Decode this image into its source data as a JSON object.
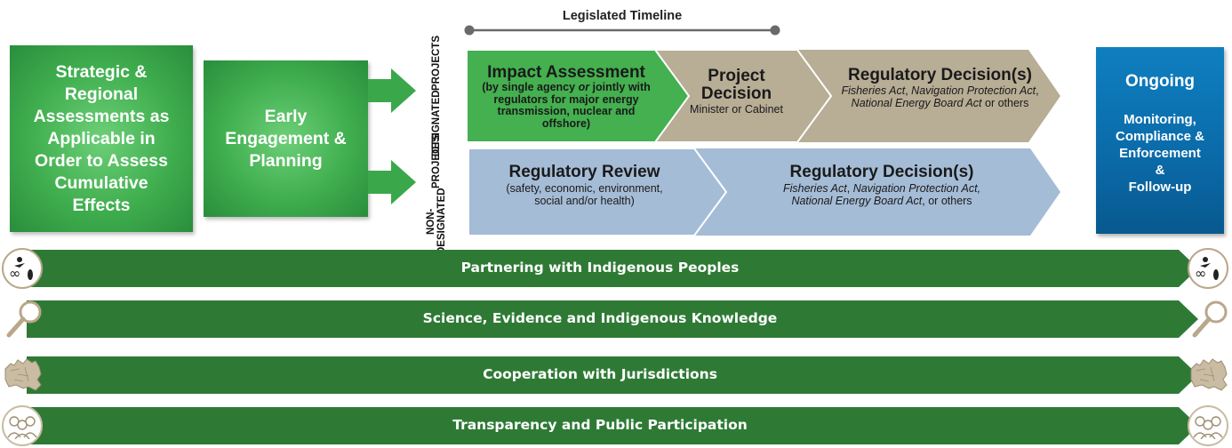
{
  "timeline": {
    "label": "Legislated Timeline"
  },
  "left_boxes": {
    "strategic": "Strategic & Regional Assessments as Applicable in Order to Assess Cumulative Effects",
    "early": "Early Engagement & Planning"
  },
  "designated": {
    "label_line1": "DESIGNATED",
    "label_line2": "PROJECTS",
    "impact_title": "Impact Assessment",
    "impact_sub_a": "(by single agency ",
    "impact_sub_or": "or",
    "impact_sub_b": " jointly with regulators for major energy transmission, nuclear and offshore)",
    "project_title_1": "Project",
    "project_title_2": "Decision",
    "project_sub": "Minister or Cabinet",
    "reg_title": "Regulatory Decision(s)",
    "reg_fish": "Fisheries Act",
    "reg_sep1": ", ",
    "reg_nav": "Navigation Protection Act",
    "reg_sep2": ", ",
    "reg_neb": "National Energy Board Act",
    "reg_tail": " or others"
  },
  "non_designated": {
    "label_line1": "NON-DESIGNATED",
    "label_line2": "PROJECTS",
    "review_title": "Regulatory Review",
    "review_sub": "(safety, economic, environment, social and/or health)",
    "reg_title": "Regulatory Decision(s)",
    "reg_fish": "Fisheries Act",
    "reg_sep1": ", ",
    "reg_nav": "Navigation Protection Act,",
    "reg_neb": "National Energy Board Act",
    "reg_tail": ", or others"
  },
  "ongoing": {
    "title": "Ongoing",
    "body_1": "Monitoring,",
    "body_2": "Compliance &",
    "body_3": "Enforcement",
    "body_4": "&",
    "body_5": "Follow-up"
  },
  "bars": [
    {
      "label": "Partnering with Indigenous Peoples",
      "icon": "indigenous-symbol-icon"
    },
    {
      "label": "Science, Evidence and Indigenous Knowledge",
      "icon": "magnifier-icon"
    },
    {
      "label": "Cooperation with Jurisdictions",
      "icon": "canada-map-icon"
    },
    {
      "label": "Transparency and Public Participation",
      "icon": "people-group-icon"
    }
  ],
  "colors": {
    "green": "#3fae4e",
    "dark_green": "#2e7a35",
    "tan": "#b8ad95",
    "blue_light": "#a5bcd6",
    "blue_dark": "#0b6fae",
    "arrow_green": "#3aa84a"
  }
}
